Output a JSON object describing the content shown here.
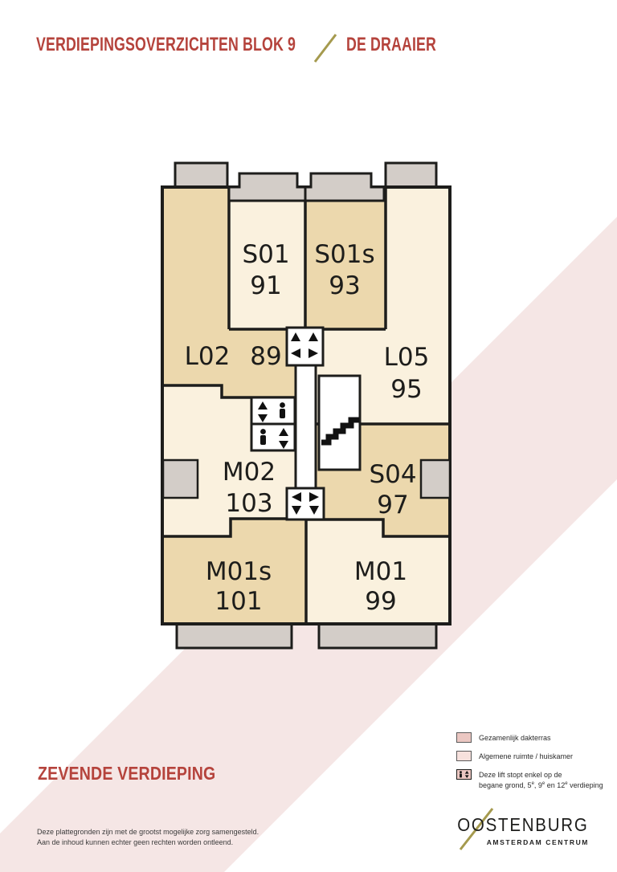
{
  "header": {
    "title": "VERDIEPINGSOVERZICHTEN BLOK 9",
    "subtitle": "DE DRAAIER"
  },
  "floor_title": "ZEVENDE VERDIEPING",
  "floorplan": {
    "rooms": [
      {
        "name": "S01",
        "number": "91"
      },
      {
        "name": "S01s",
        "number": "93"
      },
      {
        "name": "L02",
        "number": "89"
      },
      {
        "name": "L05",
        "number": "95"
      },
      {
        "name": "M02",
        "number": "103"
      },
      {
        "name": "S04",
        "number": "97"
      },
      {
        "name": "M01s",
        "number": "101"
      },
      {
        "name": "M01",
        "number": "99"
      }
    ],
    "icons": [
      "lift-stop-icon",
      "elevator-icon",
      "stairs-icon"
    ]
  },
  "legend": {
    "item1": "Gezamenlijk dakterras",
    "item2": "Algemene ruimte / huiskamer",
    "lift_note_line1": "Deze lift stopt enkel op de",
    "lift_note_parts": {
      "a": "begane grond, 5",
      "b": "e",
      "c": ", 9",
      "d": "e",
      "e": " en 12",
      "f": "e",
      "g": " verdieping"
    }
  },
  "disclaimer": {
    "line1": "Deze plattegronden zijn met de grootst mogelijke zorg samengesteld.",
    "line2": "Aan de inhoud kunnen echter geen rechten worden ontleend."
  },
  "logo": {
    "name": "OOSTENBURG",
    "tagline": "AMSTERDAM CENTRUM"
  },
  "colors": {
    "accent_red": "#b5433c",
    "accent_gold": "#a59a4e",
    "room_tan": "#ecd8ad",
    "room_cream": "#faf1de",
    "balcony_gray": "#d3cdc8",
    "band_pink": "#f5e6e5",
    "legend_pink_dark": "#ebc7c2",
    "legend_pink_light": "#f7e1dd",
    "line_black": "#1d1d1b"
  }
}
